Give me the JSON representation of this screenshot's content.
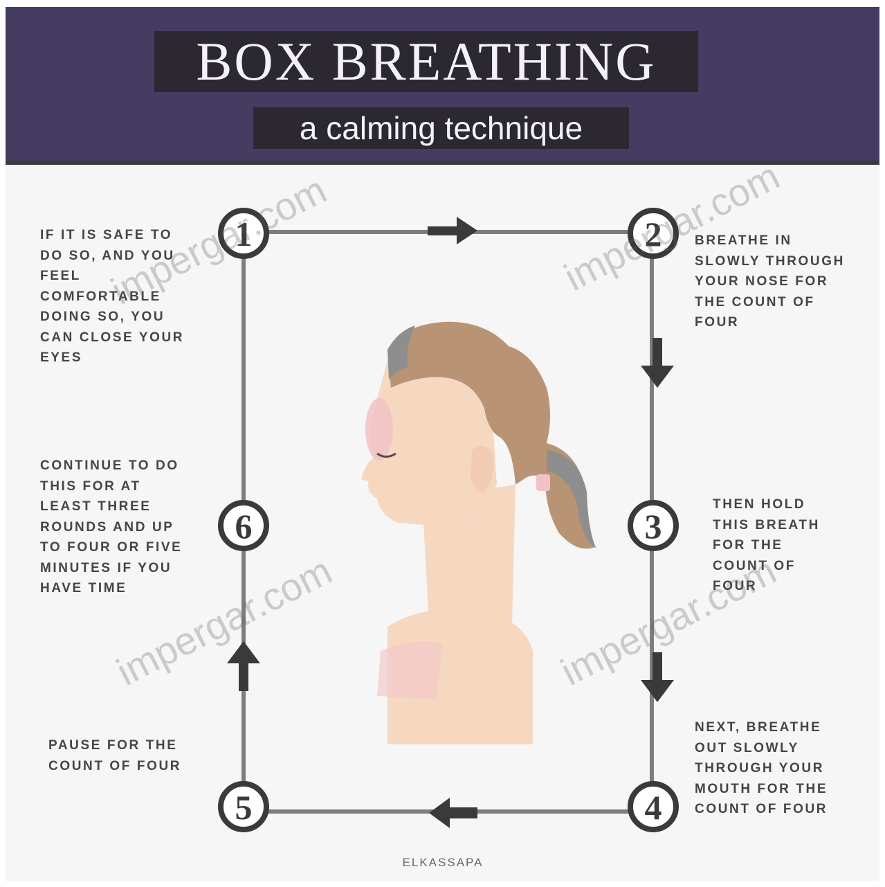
{
  "header": {
    "title": "BOX BREATHING",
    "subtitle": "a calming technique"
  },
  "steps": [
    {
      "number": "1",
      "text": "IF IT IS SAFE TO DO SO, AND YOU FEEL COMFORTABLE DOING SO, YOU CAN CLOSE YOUR EYES"
    },
    {
      "number": "2",
      "text": "BREATHE IN SLOWLY THROUGH YOUR NOSE FOR THE COUNT OF FOUR"
    },
    {
      "number": "3",
      "text": "THEN HOLD THIS BREATH FOR THE COUNT OF FOUR"
    },
    {
      "number": "4",
      "text": "NEXT, BREATHE OUT SLOWLY THROUGH YOUR MOUTH FOR THE COUNT OF FOUR"
    },
    {
      "number": "5",
      "text": "PAUSE FOR THE COUNT OF FOUR"
    },
    {
      "number": "6",
      "text": "CONTINUE TO DO THIS FOR AT LEAST THREE ROUNDS AND UP TO FOUR OR FIVE MINUTES IF YOU HAVE TIME"
    }
  ],
  "credit": "ELKASSAPA",
  "watermark": "impergar.com",
  "colors": {
    "header_bg": "#463c61",
    "title_band": "#2b2831",
    "line": "#7a7a7a",
    "circle": "#3a3a3a",
    "hair": "#b99474",
    "skin": "#f6d7c0"
  }
}
